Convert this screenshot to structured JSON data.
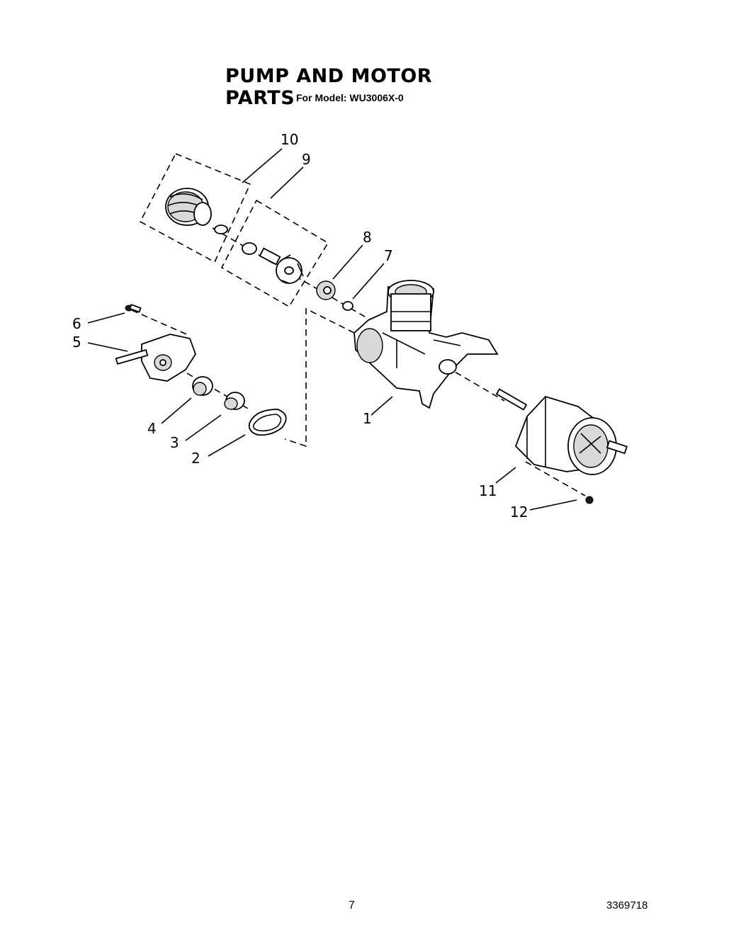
{
  "header": {
    "title": "PUMP AND MOTOR PARTS",
    "subtitle": "For Model: WU3006X-0"
  },
  "callouts": [
    {
      "id": "1",
      "label": "1"
    },
    {
      "id": "2",
      "label": "2"
    },
    {
      "id": "3",
      "label": "3"
    },
    {
      "id": "4",
      "label": "4"
    },
    {
      "id": "5",
      "label": "5"
    },
    {
      "id": "6",
      "label": "6"
    },
    {
      "id": "7",
      "label": "7"
    },
    {
      "id": "8",
      "label": "8"
    },
    {
      "id": "9",
      "label": "9"
    },
    {
      "id": "10",
      "label": "10"
    },
    {
      "id": "11",
      "label": "11"
    },
    {
      "id": "12",
      "label": "12"
    }
  ],
  "footer": {
    "page_number": "7",
    "document_number": "3369718"
  }
}
